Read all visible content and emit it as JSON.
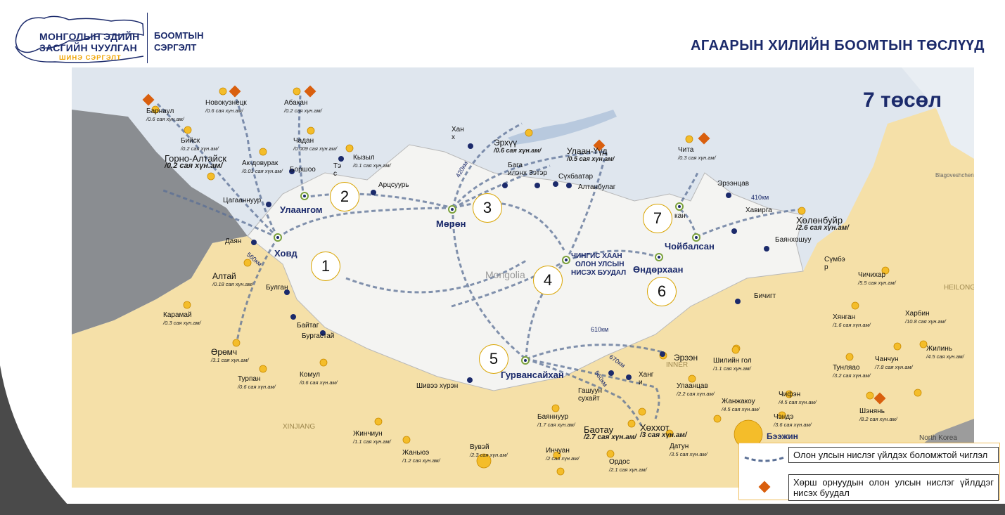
{
  "header": {
    "logo": {
      "line1": "МОНГОЛЫН ЭДИЙН",
      "line2": "ЗАСГИЙН ЧУУЛГАН",
      "sub": "ШИНЭ СЭРГЭЛТ"
    },
    "section_line1": "БООМТЫН",
    "section_line2": "СЭРГЭЛТ",
    "title": "АГААРЫН ХИЛИЙН БООМТЫН ТӨСЛҮҮД"
  },
  "map": {
    "project_count": "7 төсөл",
    "hubs": {
      "ulaangom": "Улаангом",
      "khovd": "Ховд",
      "muron": "Мөрөн",
      "chinggis_1": "ЧИНГИС ХААН",
      "chinggis_2": "ОЛОН УЛСЫН",
      "chinggis_3": "НИСЭХ БУУДАЛ",
      "choibalsan": "Чойбалсан",
      "undurkhaan": "Өндөрхаан",
      "gurvansaikhan": "Гурвансайхан"
    },
    "project_numbers": [
      "1",
      "2",
      "3",
      "4",
      "5",
      "6",
      "7"
    ],
    "distances": {
      "d560a": "560км",
      "d420": "420км",
      "d410": "410км",
      "d610": "610км",
      "d670": "670км",
      "d560b": "560км"
    },
    "cities": {
      "barnaul": {
        "name": "Барнаул",
        "value": "/0.6 сая хүн.ам/"
      },
      "novokuznetsk": {
        "name": "Новокузнецк",
        "value": "/0.6 сая хүн.ам/"
      },
      "abakan": {
        "name": "Абакан",
        "value": "/0.2 сая хүн.ам/"
      },
      "biysk": {
        "name": "Бийск",
        "value": "/0.2 сая хүн.ам/"
      },
      "chadan": {
        "name": "Чадан",
        "value": "/0.009 сая хүн.ам/"
      },
      "gorno": {
        "name": "Горно-Алтайск",
        "value": "/0.2 сая хүн.ам/"
      },
      "akdovurak": {
        "name": "Ак-довурак",
        "value": "/0.01 сая хүн.ам/"
      },
      "kyzyl": {
        "name": "Кызыл",
        "value": "/0.1 сая хүн.ам/"
      },
      "erkhuu": {
        "name": "Эрхүү",
        "value": "/0.6 сая хүн.ам/"
      },
      "ulaanude": {
        "name": "Улаан-Үүд",
        "value": "/0.5 сая хүн.ам/"
      },
      "chita": {
        "name": "Чита",
        "value": "/0.3 сая хүн.ам/"
      },
      "khulunbuir": {
        "name": "Хөлөнбуйр",
        "value": "/2.6 сая хүн.ам/"
      },
      "altai": {
        "name": "Алтай",
        "value": "/0.18 сая хүн.ам/"
      },
      "karamai": {
        "name": "Карамай",
        "value": "/0.3 сая хүн.ам/"
      },
      "urumqi": {
        "name": "Өрөмч",
        "value": "/3.1 сая хүн.ам/"
      },
      "turpan": {
        "name": "Турпан",
        "value": "/0.6 сая хүн.ам/"
      },
      "komul": {
        "name": "Комул",
        "value": "/0.6 сая хүн.ам/"
      },
      "jinchuan": {
        "name": "Жинчиун",
        "value": "/1.1 сая хүн.ам/"
      },
      "jangye": {
        "name": "Жаньюэ",
        "value": "/1.2 сая хүн.ам/"
      },
      "vuvei": {
        "name": "Вувэй",
        "value": "/2.3 сая хүн.ам/"
      },
      "bayannuur": {
        "name": "Баяннуур",
        "value": "/1.7 сая хүн.ам/"
      },
      "inchuan": {
        "name": "Инчуан",
        "value": "/2 сая хүн.ам/"
      },
      "baotou": {
        "name": "Баотау",
        "value": "/2.7 сая хүн.ам/"
      },
      "ordos": {
        "name": "Ордос",
        "value": "/2.1 сая хүн.ам/"
      },
      "khukhkhot": {
        "name": "Хөххот",
        "value": "/3 сая хүн.ам/"
      },
      "datun": {
        "name": "Датун",
        "value": "/3.5 сая хүн.ам/"
      },
      "ulaantsav": {
        "name": "Улаанцав",
        "value": "/2.2 сая хүн.ам/"
      },
      "shiliingol": {
        "name": "Шилийн гол",
        "value": "/1.1 сая хүн.ам/"
      },
      "janjakou": {
        "name": "Жанжакоу",
        "value": "/4.5 сая хүн.ам/"
      },
      "chifen": {
        "name": "Чифэн",
        "value": "/4.5 сая хүн.ам/"
      },
      "chende": {
        "name": "Чэндэ",
        "value": "/3.6 сая хүн.ам/"
      },
      "tunliao": {
        "name": "Тунляао",
        "value": "/3.2 сая хүн.ам/"
      },
      "chichikhar": {
        "name": "Чичихар",
        "value": "/5.5 сая хүн.ам/"
      },
      "khingan": {
        "name": "Хянган",
        "value": "/1.6 сая хүн.ам/"
      },
      "kharbin": {
        "name": "Харбин",
        "value": "/10.8 сая хүн.ам/"
      },
      "chanchun": {
        "name": "Чанчун",
        "value": "/7.8 сая хүн.ам/"
      },
      "jilin": {
        "name": "Жилинь",
        "value": "/4.5 сая хүн.ам/"
      },
      "shenyang": {
        "name": "Шэнянь",
        "value": "/8.2 сая хүн.ам/"
      },
      "beijing": {
        "name": "Бээжин"
      }
    },
    "border_posts": {
      "tes": "Тэ\nс",
      "borshoo": "Боршоо",
      "artssuuri": "Арцсуурь",
      "tsagaannuur": "Цагааннуур",
      "dayan": "Даян",
      "bulgan": "Булган",
      "baitag": "Байтаг",
      "burgastai": "Бургастай",
      "khankh": "Хан\nх",
      "baga": "Бага\nилэнх Зэтэр",
      "sukhbaatar": "Сүхбаатар",
      "altanbulag": "Алтанбулаг",
      "ereentsav": "Эрээнцав",
      "khavirga": "Хавирга",
      "bayankhoshuu": "Баянхошуу",
      "sumber": "Сүмбэ\nр",
      "bichigt": "Бичигт",
      "ereen": "Эрээн",
      "khangi": "Ханг\nи",
      "gashuun": "Гашуун\nсухайт",
      "shivee": "Шивээ хүрэн",
      "chibalsan_short": "кан"
    },
    "region_labels": {
      "mongolia": "Mongolia",
      "xinjiang": "XINJIANG",
      "inner": "INNER",
      "heilong": "HEILONG",
      "northkorea": "North Korea",
      "blagoveshchensk": "Blagoveshchensk"
    }
  },
  "legend": {
    "line_label": "Олон улсын нислэг үйлдэх боломжтой чиглэл",
    "diamond_label": "Хөрш орнуудын олон улсын нислэг үйлддэг нисэх буудал"
  }
}
